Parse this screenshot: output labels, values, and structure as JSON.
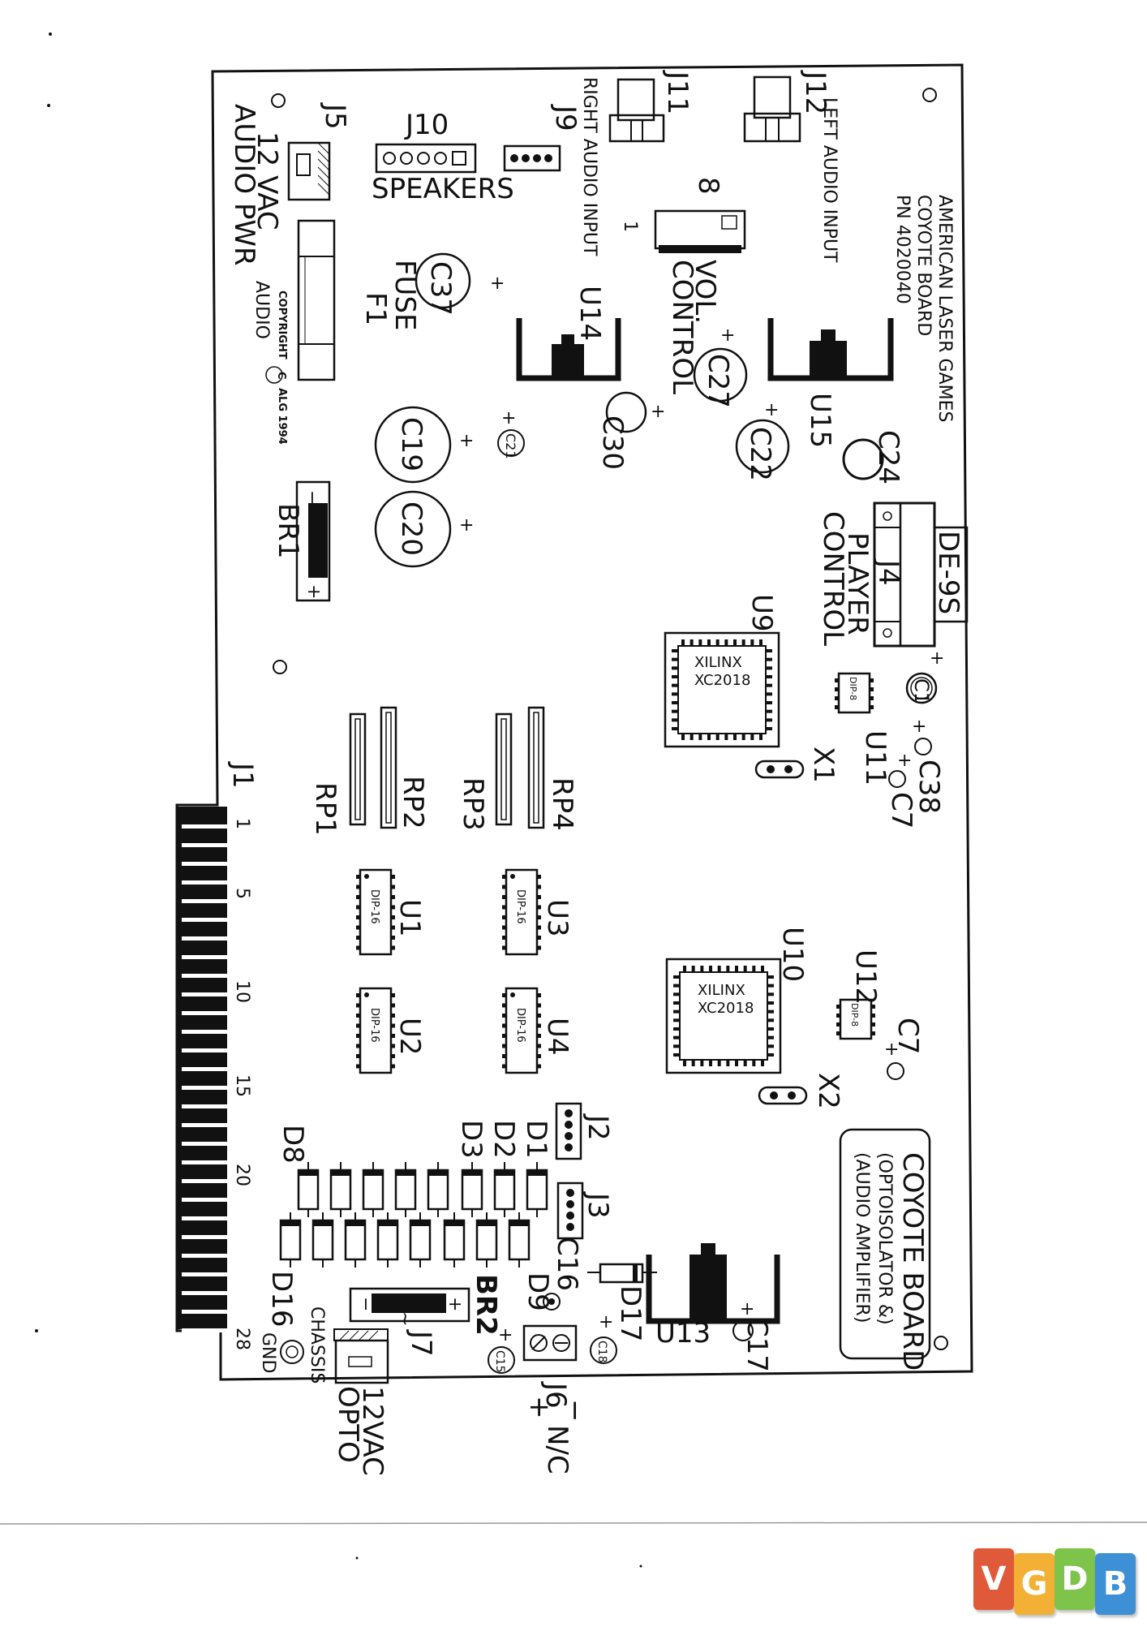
{
  "board": {
    "header_line1": "AMERICAN LASER GAMES",
    "header_line2": "COYOTE BOARD",
    "header_line3": "PN 4020040",
    "title_line1": "COYOTE BOARD",
    "title_line2": "(OPTOISOLATOR &)",
    "title_line3": "(AUDIO AMPLIFIER)",
    "copyright_prefix": "COPYRIGHT",
    "copyright_symbol": "C",
    "copyright_suffix": "ALG  1994",
    "copyright_audio": "AUDIO"
  },
  "connectors": {
    "j1": "J1",
    "j2": "J2",
    "j3": "J3",
    "j4": "J4",
    "j5": "J5",
    "j6": "J6",
    "j7": "J7",
    "j9": "J9",
    "j10": "J10",
    "j11": "J11",
    "j12": "J12",
    "de9s": "DE-9S",
    "speakers": "SPEAKERS",
    "left_audio": "LEFT AUDIO INPUT",
    "right_audio": "RIGHT AUDIO INPUT",
    "player_control_1": "PLAYER",
    "player_control_2": "CONTROL",
    "vac_audio_1": "12 VAC",
    "vac_audio_2": "AUDIO PWR",
    "vac_opto_1": "12VAC",
    "vac_opto_2": "OPTO",
    "j6_minus": "−",
    "j6_plus": "+",
    "j6_nc": "N/C",
    "chassis": "CHASSIS",
    "gnd": "GND",
    "fuse_1": "FUSE",
    "fuse_2": "F1",
    "vol_1": "VOL.",
    "vol_2": "CONTROL",
    "vol_ref": "8",
    "pin_1": "1",
    "pin_5": "5",
    "pin_10": "10",
    "pin_15": "15",
    "pin_20": "20",
    "pin_28": "28"
  },
  "chips": {
    "u1": "U1",
    "u2": "U2",
    "u3": "U3",
    "u4": "U4",
    "u9": "U9",
    "u10": "U10",
    "u11": "U11",
    "u12": "U12",
    "u13": "U13",
    "u14": "U14",
    "u15": "U15",
    "xilinx": "XILINX",
    "xc2018": "XC2018",
    "dip16": "DIP-16",
    "dip8": "DIP-8"
  },
  "passives": {
    "rp1": "RP1",
    "rp2": "RP2",
    "rp3": "RP3",
    "rp4": "RP4",
    "br1": "BR1",
    "br2": "BR2",
    "x1": "X1",
    "x2": "X2",
    "c1": "C1",
    "c7a": "C7",
    "c7b": "C7",
    "c15": "C15",
    "c16": "C16",
    "c17": "C17",
    "c18": "C18",
    "c19": "C19",
    "c20": "C20",
    "c21": "C21",
    "c22": "C22",
    "c24": "C24",
    "c27": "C27",
    "c30": "C30",
    "c37": "C37",
    "c38": "C38",
    "d1": "D1",
    "d2": "D2",
    "d3": "D3",
    "d8": "D8",
    "d9": "D9",
    "d16": "D16",
    "d17": "D17",
    "plus": "+",
    "minus": "−",
    "tilde": "~"
  },
  "watermark": {
    "letters": [
      "V",
      "G",
      "D",
      "B"
    ],
    "colors": [
      "#e05a3a",
      "#f2b134",
      "#7ec34a",
      "#3d8fd6"
    ]
  }
}
